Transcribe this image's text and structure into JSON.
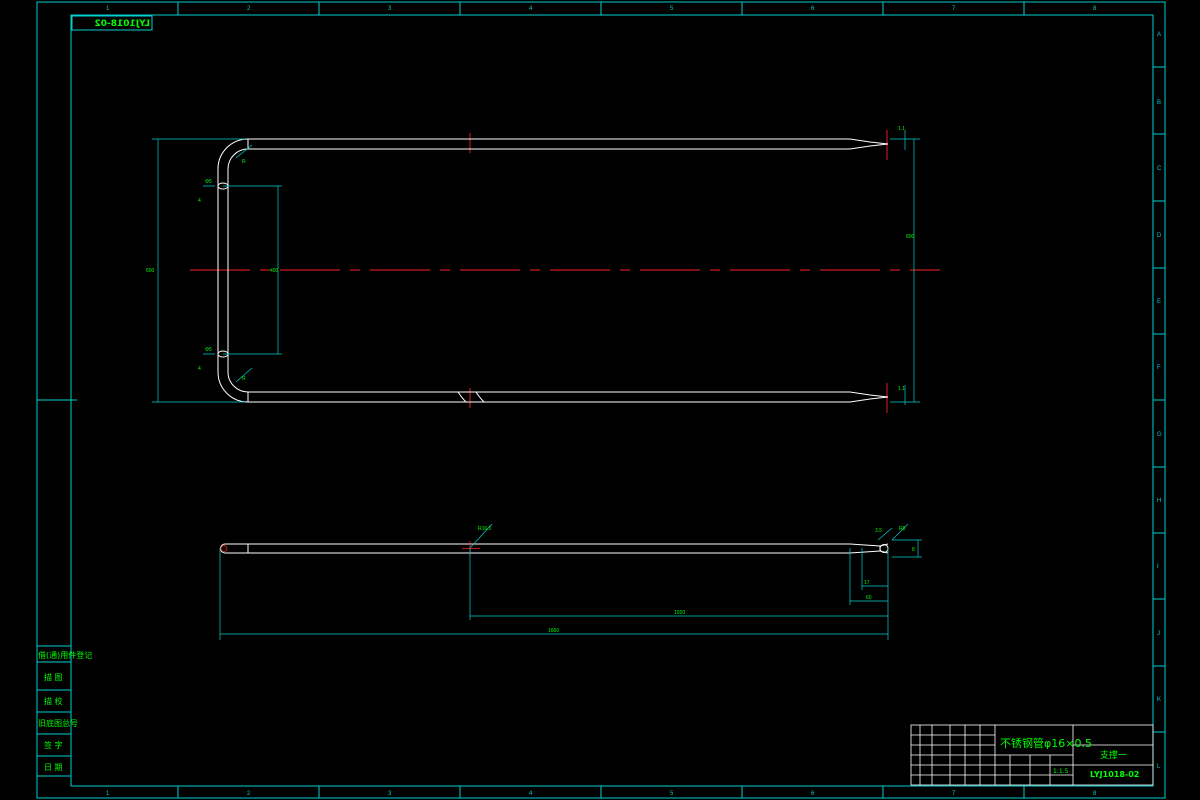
{
  "drawing": {
    "code": "LYJ1018-02",
    "code_mirrored": "LYJ1018-02",
    "material": "不锈钢管φ16×0.5",
    "part_name": "支撑一",
    "scale": "1:1.5"
  },
  "grid": {
    "columns": [
      "1",
      "2",
      "3",
      "4",
      "5",
      "6",
      "7",
      "8"
    ],
    "rows": [
      "A",
      "B",
      "C",
      "D",
      "E",
      "F",
      "G",
      "H",
      "I",
      "J",
      "K",
      "L"
    ]
  },
  "left_block": {
    "rows": [
      "借(通)用件登记",
      "描 图",
      "描 校",
      "旧底图总号",
      "签 字",
      "日 期"
    ]
  },
  "dimensions": {
    "plan": {
      "overall_height": "600",
      "inner_height": "400",
      "right_height": "600",
      "tip_top": "1.1",
      "tip_bottom": "1.1",
      "hole_top": "4",
      "hole_bottom": "4",
      "radius_top": "R",
      "radius_bottom": "R",
      "hole_dim_top": "Φ5",
      "hole_dim_bottom": "Φ5"
    },
    "side": {
      "overall_length": "1660",
      "middle_length": "1020",
      "tip_length": "60",
      "tip_small": "17",
      "bend_mark": "R16.5",
      "tip_angle_a": "3.5",
      "tip_angle_b": "R8",
      "tip_dia": "8"
    }
  },
  "colors": {
    "frame": "#00d0d0",
    "geometry": "#ffffff",
    "centerline": "#ff2020",
    "text": "#00ff00"
  }
}
